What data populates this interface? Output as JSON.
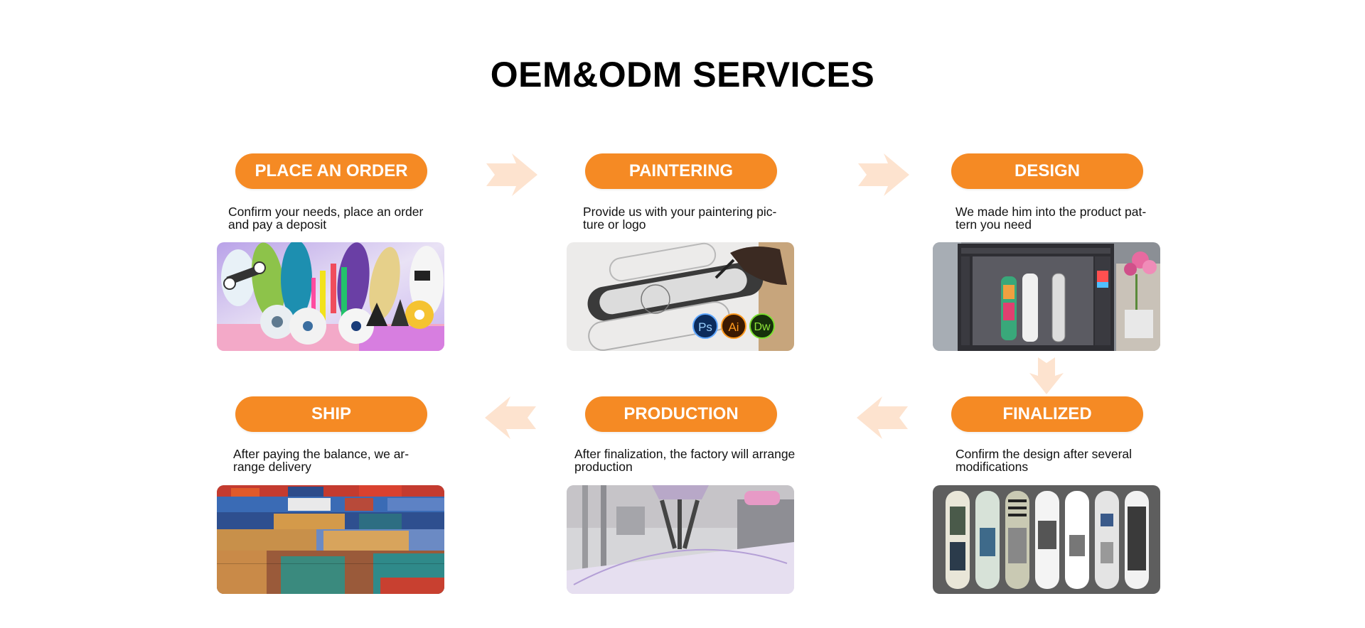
{
  "title": "OEM&ODM SERVICES",
  "steps": [
    {
      "label": "PLACE AN ORDER",
      "desc_line1": "Confirm your needs, place an order",
      "desc_line2": "and pay a deposit",
      "image": "skateboard-products-image"
    },
    {
      "label": "PAINTERING",
      "desc_line1": "Provide us with your paintering pic-",
      "desc_line2": "ture or logo",
      "image": "sketch-drawing-image",
      "badges": [
        "Ps",
        "Ai",
        "Dw"
      ]
    },
    {
      "label": "DESIGN",
      "desc_line1": "We made him into the product pat-",
      "desc_line2": "tern you need",
      "image": "design-software-image"
    },
    {
      "label": "FINALIZED",
      "desc_line1": "Confirm the design after several",
      "desc_line2": "modifications",
      "image": "finalized-decks-image"
    },
    {
      "label": "PRODUCTION",
      "desc_line1": "After finalization, the factory will arrange",
      "desc_line2": "production",
      "image": "factory-production-image"
    },
    {
      "label": "SHIP",
      "desc_line1": "After paying the balance, we ar-",
      "desc_line2": "range delivery",
      "image": "shipping-containers-image"
    }
  ],
  "colors": {
    "accent": "#f58a24",
    "arrow": "#fde3cf",
    "title": "#000000"
  },
  "icons": [
    "arrow-right-icon",
    "arrow-down-icon",
    "arrow-left-icon"
  ]
}
